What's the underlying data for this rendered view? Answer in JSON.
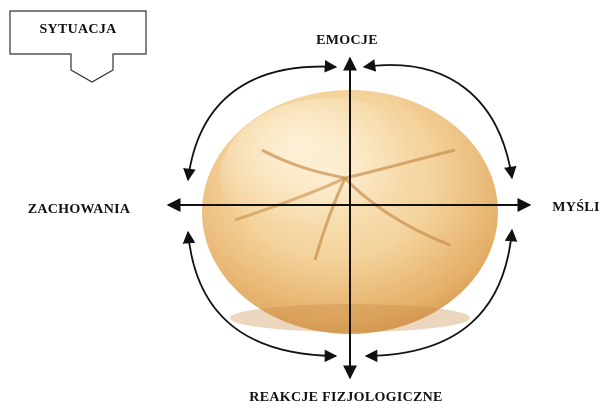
{
  "situation": {
    "label": "SYTUACJA"
  },
  "axes": {
    "top_label": "EMOCJE",
    "right_label": "MYŚLI",
    "left_label": "ZACHOWANIA",
    "bottom_label": "REAKCJE FIZJOLOGICZNE"
  },
  "image": {
    "subject": "bread-roll"
  },
  "colors": {
    "ink": "#111111",
    "bread_light": "#f6dcae",
    "bread_dark": "#d89a4e"
  }
}
